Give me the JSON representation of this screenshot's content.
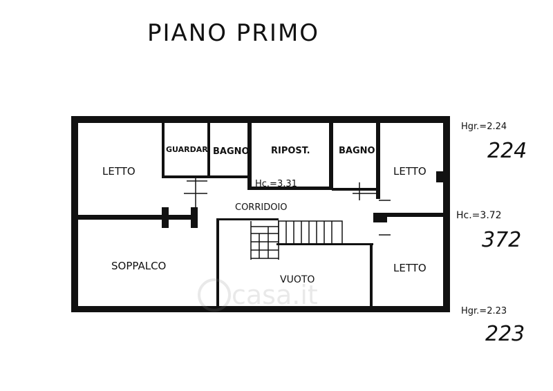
{
  "title": "PIANO PRIMO",
  "rooms": {
    "letto_nw": "LETTO",
    "guardaroba": "GUARDAR.",
    "bagno_1": "BAGNO",
    "ripostiglio": "RIPOST.",
    "bagno_2": "BAGNO",
    "letto_ne": "LETTO",
    "corridoio": "CORRIDOIO",
    "soppalco": "SOPPALCO",
    "vuoto": "VUOTO",
    "letto_se": "LETTO"
  },
  "heights": {
    "hc_inner": "Hc.=3.31",
    "hgr_top": "Hgr.=2.24",
    "hgr_top_hand": "224",
    "hc_right": "Hc.=3.72",
    "hc_right_hand": "372",
    "hgr_bottom": "Hgr.=2.23",
    "hgr_bottom_hand": "223"
  },
  "watermark": "casa.it"
}
